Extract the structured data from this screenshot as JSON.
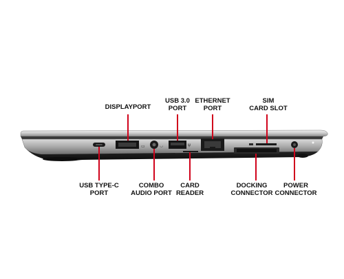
{
  "accent_color": "#d0021b",
  "labels": {
    "displayport": [
      "DISPLAYPORT"
    ],
    "usb3": [
      "USB 3.0",
      "PORT"
    ],
    "ethernet": [
      "ETHERNET",
      "PORT"
    ],
    "sim": [
      "SIM",
      "CARD SLOT"
    ],
    "usbc": [
      "USB TYPE-C",
      "PORT"
    ],
    "audio": [
      "COMBO",
      "AUDIO PORT"
    ],
    "cardreader": [
      "CARD",
      "READER"
    ],
    "docking": [
      "DOCKING",
      "CONNECTOR"
    ],
    "power": [
      "POWER",
      "CONNECTOR"
    ]
  }
}
